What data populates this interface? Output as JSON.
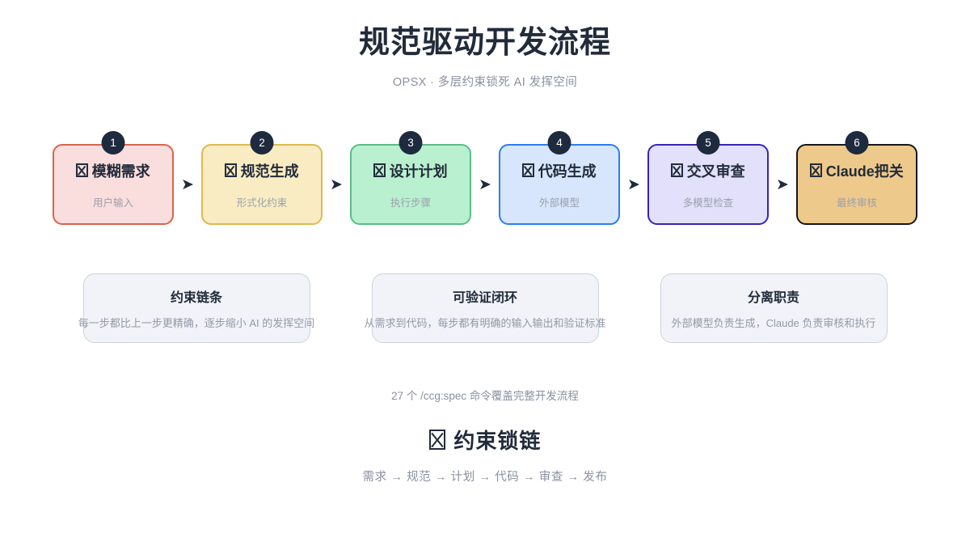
{
  "header": {
    "title": "规范驱动开发流程",
    "subtitle": "OPSX · 多层约束锁死 AI 发挥空间"
  },
  "flow": {
    "arrow_glyph": "➤",
    "steps": [
      {
        "badge": "1",
        "icon": "missing-glyph-box",
        "title": "模糊需求",
        "sub": "用户输入",
        "fill": "#fadddd",
        "border": "#d9654a"
      },
      {
        "badge": "2",
        "icon": "missing-glyph-box",
        "title": "规范生成",
        "sub": "形式化约束",
        "fill": "#faecc2",
        "border": "#e0b84f"
      },
      {
        "badge": "3",
        "icon": "missing-glyph-box",
        "title": "设计计划",
        "sub": "执行步骤",
        "fill": "#b9f0cf",
        "border": "#5bbd87"
      },
      {
        "badge": "4",
        "icon": "missing-glyph-box",
        "title": "代码生成",
        "sub": "外部模型",
        "fill": "#d8e6fd",
        "border": "#2b7df5"
      },
      {
        "badge": "5",
        "icon": "missing-glyph-box",
        "title": "交叉审查",
        "sub": "多模型检查",
        "fill": "#e2e0fb",
        "border": "#3b22b8"
      },
      {
        "badge": "6",
        "icon": "missing-glyph-box",
        "title": "Claude把关",
        "sub": "最终审核",
        "fill": "#edc98b",
        "border": "#16161a"
      }
    ]
  },
  "features": [
    {
      "title": "约束链条",
      "desc": "每一步都比上一步更精确，逐步缩小 AI 的发挥空间"
    },
    {
      "title": "可验证闭环",
      "desc": "从需求到代码，每步都有明确的输入输出和验证标准"
    },
    {
      "title": "分离职责",
      "desc": "外部模型负责生成，Claude 负责审核和执行"
    }
  ],
  "footer_note": "27 个 /ccg:spec 命令覆盖完整开发流程",
  "bottom": {
    "icon": "missing-glyph-box",
    "title": "约束锁链",
    "chain": "需求 → 规范 → 计划 → 代码 → 审查 → 发布"
  }
}
